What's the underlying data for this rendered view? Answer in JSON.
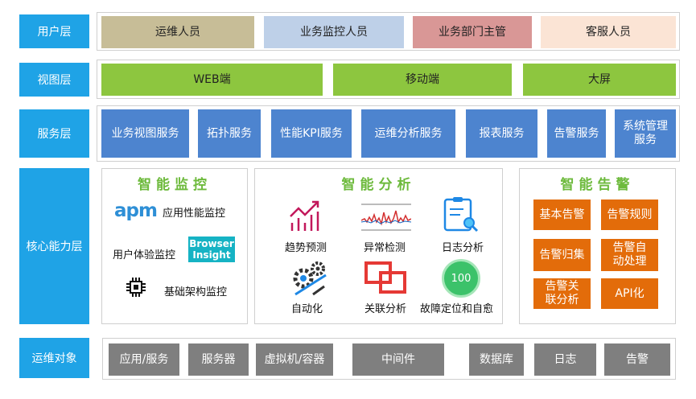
{
  "layers": {
    "user": "用户层",
    "view": "视图层",
    "service": "服务层",
    "core": "核心能力层",
    "target": "运维对象"
  },
  "users": [
    "运维人员",
    "业务监控人员",
    "业务部门主管",
    "客服人员"
  ],
  "views": [
    "WEB端",
    "移动端",
    "大屏"
  ],
  "services": [
    "业务视图服务",
    "拓扑服务",
    "性能KPI服务",
    "运维分析服务",
    "报表服务",
    "告警服务",
    "系统管理服务"
  ],
  "monitor": {
    "title": "智能监控",
    "apm_logo": "apm",
    "apm": "应用性能监控",
    "ux": "用户体验监控",
    "browser_insight": "Browser Insight",
    "infra": "基础架构监控"
  },
  "analysis": {
    "title": "智能分析",
    "trend": "趋势预测",
    "anomaly": "异常检测",
    "log": "日志分析",
    "automation": "自动化",
    "correlation": "关联分析",
    "fault": "故障定位和自愈",
    "gauge_value": "100"
  },
  "alerting": {
    "title": "智能告警",
    "basic": "基本告警",
    "rules": "告警规则",
    "merge": "告警归集",
    "auto": "告警自动处理",
    "correlate": "告警关联分析",
    "api": "API化"
  },
  "targets": [
    "应用/服务",
    "服务器",
    "虚拟机/容器",
    "中间件",
    "数据库",
    "日志",
    "告警"
  ],
  "colors": {
    "layer_label": "#1fa3e6",
    "user_ops": "#c7bd97",
    "user_biz": "#bed0e8",
    "user_mgr": "#d99796",
    "user_cs": "#fbe4d5",
    "view": "#8dc63f",
    "service": "#4d84cf",
    "section_title": "#6dba3c",
    "alarm": "#e36c0a",
    "target": "#7f7f7f"
  }
}
